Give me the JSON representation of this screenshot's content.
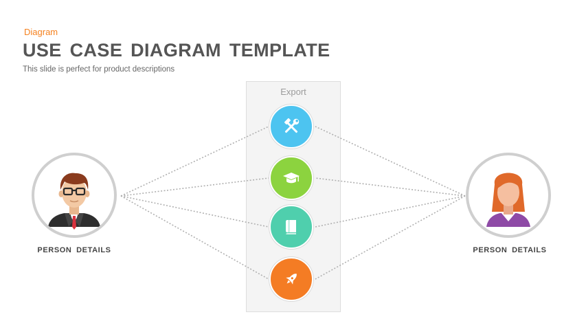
{
  "header": {
    "tag": "Diagram",
    "title": "USE CASE DIAGRAM  TEMPLATE",
    "subtitle": "This slide is perfect for product descriptions"
  },
  "system": {
    "label": "Export",
    "use_cases": [
      {
        "icon": "tools-icon",
        "color": "#4dc4f0"
      },
      {
        "icon": "graduation-cap-icon",
        "color": "#8cd33f"
      },
      {
        "icon": "book-icon",
        "color": "#4fcfad"
      },
      {
        "icon": "rocket-icon",
        "color": "#f47c24"
      }
    ]
  },
  "actors": [
    {
      "label": "PERSON  DETAILS",
      "avatar": "male-avatar-icon"
    },
    {
      "label": "PERSON  DETAILS",
      "avatar": "female-avatar-icon"
    }
  ],
  "colors": {
    "tag": "#f58220",
    "title": "#555555",
    "connector": "#b0b0b0",
    "actor_ring": "#cfcfcf"
  }
}
